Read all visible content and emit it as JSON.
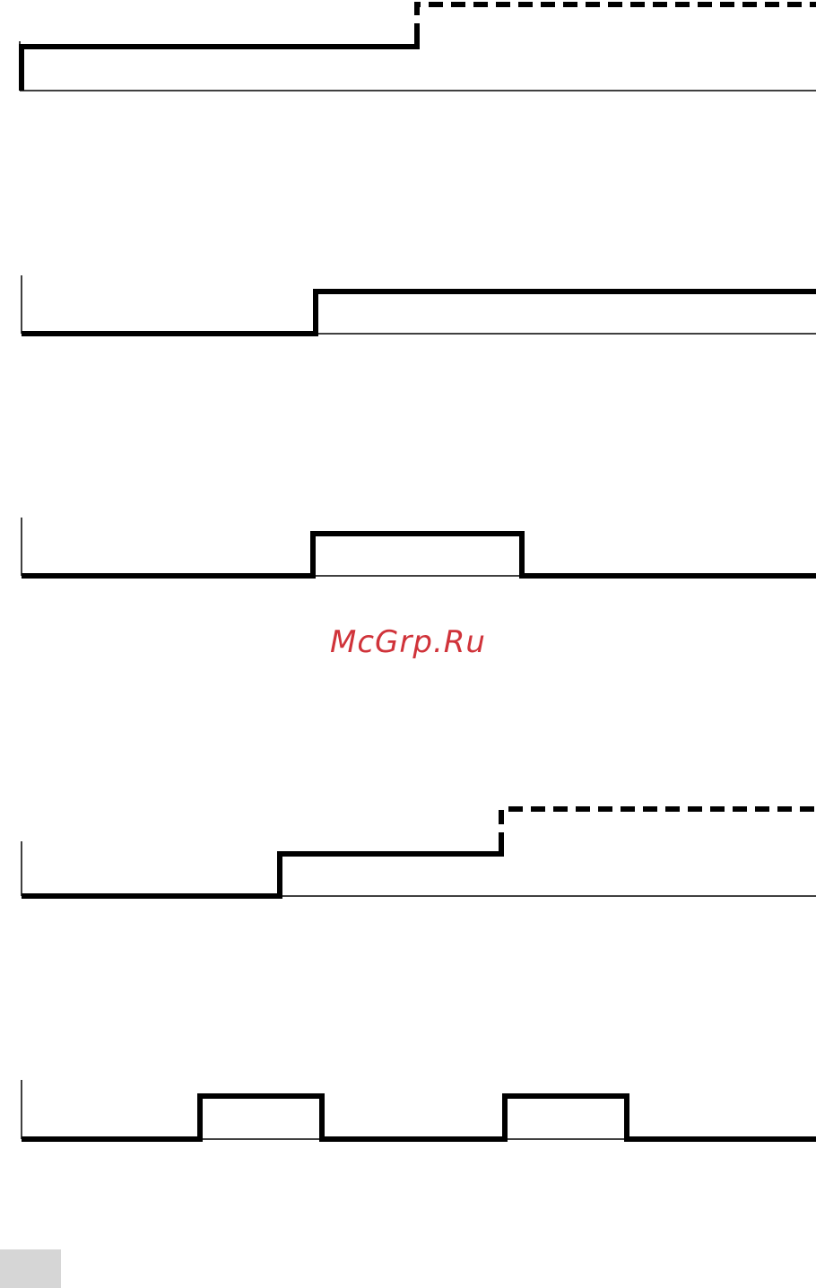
{
  "watermark": {
    "text": "McGrp.Ru",
    "color": "#d0333a"
  },
  "page_tab": {
    "color": "#d6d6d6"
  },
  "diagram_panels": [
    {
      "id": "panel-1",
      "segments": [
        {
          "style": "solid",
          "levels": "low-to-high"
        },
        {
          "style": "dashed",
          "levels": "high-to-higher"
        }
      ]
    },
    {
      "id": "panel-2",
      "segments": [
        {
          "style": "solid",
          "levels": "low-to-high"
        }
      ]
    },
    {
      "id": "panel-3",
      "segments": [
        {
          "style": "solid",
          "levels": "single-pulse"
        }
      ]
    },
    {
      "id": "panel-4",
      "segments": [
        {
          "style": "solid",
          "levels": "low-to-high"
        },
        {
          "style": "dashed",
          "levels": "high-to-higher"
        }
      ]
    },
    {
      "id": "panel-5",
      "segments": [
        {
          "style": "solid",
          "levels": "two-pulses"
        }
      ]
    }
  ],
  "colors": {
    "stroke": "#000000",
    "background": "#ffffff"
  }
}
